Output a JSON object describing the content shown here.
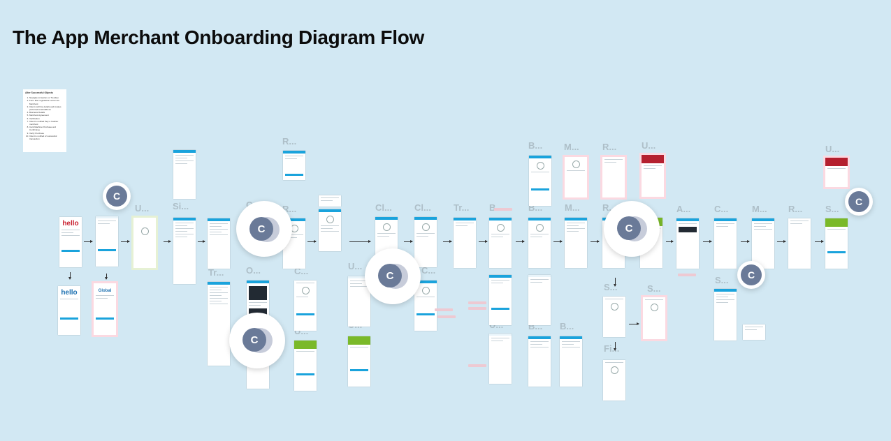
{
  "title": "The App Merchant Onboarding Diagram Flow",
  "note": {
    "heading": "Alter Successful Objects",
    "items": [
      "Navigate to Explore or Trend(s)",
      "Form filter registration occurs for Merchant",
      "Client confirms details and locates preferred local Address",
      "Business Details",
      "Merchant Agreement",
      "Verification",
      "Client is notified they a Cashier merchant",
      "Card Machine Purchase and Confirming",
      "Verify Purchase",
      "Client is notified of successful transaction"
    ]
  },
  "screen_labels": [
    {
      "id": "u1",
      "text": "U..."
    },
    {
      "id": "si",
      "text": "Si..."
    },
    {
      "id": "r1",
      "text": "R..."
    },
    {
      "id": "c1",
      "text": "C..."
    },
    {
      "id": "r2",
      "text": "R..."
    },
    {
      "id": "o1",
      "text": "O..."
    },
    {
      "id": "tr1",
      "text": "Tr..."
    },
    {
      "id": "c2",
      "text": "C..."
    },
    {
      "id": "u2",
      "text": "U..."
    },
    {
      "id": "cl1",
      "text": "Cl..."
    },
    {
      "id": "cl2",
      "text": "Cl..."
    },
    {
      "id": "tr2",
      "text": "Tr..."
    },
    {
      "id": "u3",
      "text": "U..."
    },
    {
      "id": "u4",
      "text": "U..."
    },
    {
      "id": "c3",
      "text": "C..."
    },
    {
      "id": "b1",
      "text": "B..."
    },
    {
      "id": "m1",
      "text": "M..."
    },
    {
      "id": "r3",
      "text": "R..."
    },
    {
      "id": "u5",
      "text": "U..."
    },
    {
      "id": "b2",
      "text": "B..."
    },
    {
      "id": "b3",
      "text": "B..."
    },
    {
      "id": "m2",
      "text": "M..."
    },
    {
      "id": "r4",
      "text": "R..."
    },
    {
      "id": "a1",
      "text": "A..."
    },
    {
      "id": "c4",
      "text": "C..."
    },
    {
      "id": "m3",
      "text": "M..."
    },
    {
      "id": "r5",
      "text": "R..."
    },
    {
      "id": "s1",
      "text": "S..."
    },
    {
      "id": "u6",
      "text": "U..."
    },
    {
      "id": "b4",
      "text": "B..."
    },
    {
      "id": "g1",
      "text": "G..."
    },
    {
      "id": "u7",
      "text": "U..."
    },
    {
      "id": "b5",
      "text": "B..."
    },
    {
      "id": "b6",
      "text": "B..."
    },
    {
      "id": "s2",
      "text": "S..."
    },
    {
      "id": "s3",
      "text": "S..."
    },
    {
      "id": "fi",
      "text": "Fi..."
    },
    {
      "id": "s4",
      "text": "S..."
    }
  ],
  "screen_texts": {
    "hello": "hello",
    "global": "Global"
  },
  "avatar_initial": "C",
  "colors": {
    "background": "#d2e8f3",
    "accent": "#1aa3dc",
    "success": "#7ab929",
    "error": "#b4202f",
    "highlight": "#fbd9e1"
  }
}
